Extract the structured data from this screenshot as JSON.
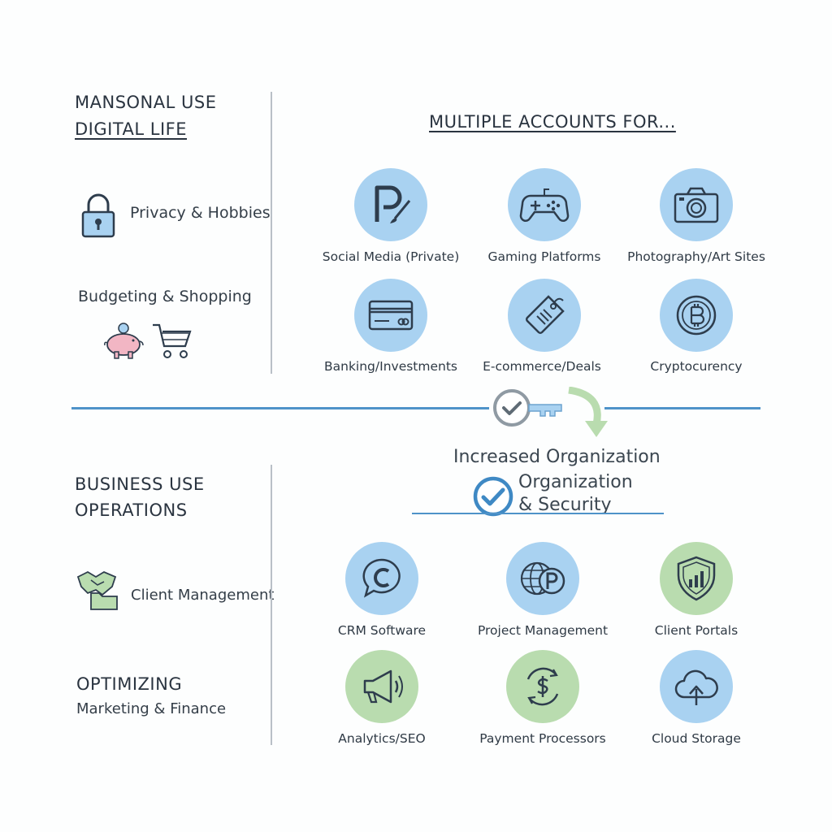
{
  "personal": {
    "heading_line1": "MANSONAL USE",
    "heading_line2": "DIGITAL LIFE",
    "items": [
      {
        "label": "Privacy & Hobbies",
        "icon": "padlock-icon"
      },
      {
        "label": "Budgeting & Shopping",
        "icon": "piggy-bank-and-cart-icon"
      }
    ]
  },
  "multiple_accounts_title": "MULTIPLE ACCOUNTS FOR...",
  "personal_accounts": [
    {
      "label": "Social Media (Private)",
      "icon": "p-brush-icon"
    },
    {
      "label": "Gaming Platforms",
      "icon": "gamepad-icon"
    },
    {
      "label": "Photography/Art Sites",
      "icon": "camera-icon"
    },
    {
      "label": "Banking/Investments",
      "icon": "credit-card-icon"
    },
    {
      "label": "E-commerce/Deals",
      "icon": "price-tag-icon"
    },
    {
      "label": "Cryptocurency",
      "icon": "bitcoin-icon"
    }
  ],
  "center": {
    "line1": "Increased Organization",
    "line2": "Organization",
    "line3": "& Security"
  },
  "business": {
    "heading_line1": "BUSINESS USE",
    "heading_line2": "OPERATIONS",
    "items": [
      {
        "label": "Client Management",
        "icon": "handshake-folder-icon"
      }
    ],
    "optimizing_title": "OPTIMIZING",
    "optimizing_sub": "Marketing & Finance"
  },
  "business_accounts": [
    {
      "label": "CRM Software",
      "icon": "chat-c-icon"
    },
    {
      "label": "Project Management",
      "icon": "globe-p-icon"
    },
    {
      "label": "Client Portals",
      "icon": "shield-chart-icon"
    },
    {
      "label": "Analytics/SEO",
      "icon": "megaphone-icon"
    },
    {
      "label": "Payment Processors",
      "icon": "dollar-cycle-icon"
    },
    {
      "label": "Cloud Storage",
      "icon": "cloud-upload-icon"
    }
  ],
  "colors": {
    "blue_circle": "#a9d2f1",
    "green_circle": "#b9dcaf",
    "divider_blue": "#4f93c9",
    "icon_stroke": "#2e3d4d"
  }
}
